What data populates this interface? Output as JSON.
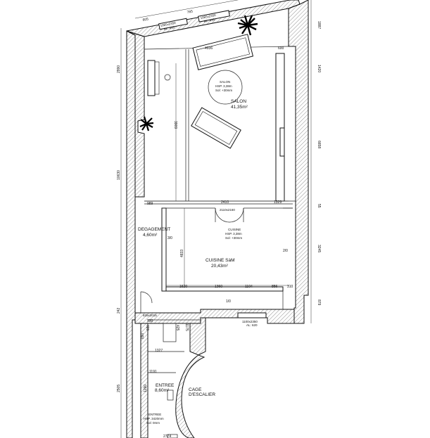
{
  "rooms": {
    "salon": {
      "name": "SALON",
      "area": "41,35m²"
    },
    "salon_tag": {
      "name": "SALON",
      "hsp": "HSP. 3,38m",
      "sol": "Sol: +30mm"
    },
    "degagement": {
      "name": "DEGAGEMENT",
      "area": "4,60m²"
    },
    "cuisine": {
      "name": "CUISINE SàM",
      "area": "20,43m²"
    },
    "cuisine_tag": {
      "name": "CUISINE",
      "hsp": "HSP. 3,38m",
      "sol": "Sol: +30mm"
    },
    "entree": {
      "name": "ENTREE",
      "area": "8,60m²"
    },
    "entree_tag": {
      "name": "ENTREE",
      "hsp": "HSP. 3420mm",
      "sol": "Sol: 0mm"
    },
    "cage": {
      "line1": "CAGE",
      "line2": "D'ESCALIER"
    }
  },
  "openings": {
    "window_top_1": {
      "size": "1065x2350",
      "al": "AL: 410"
    },
    "window_top_2": {
      "size": "1065x2350",
      "al": "AL: 410"
    },
    "window_bottom": {
      "size": "1100x2350",
      "al": "AL: 620"
    },
    "door_kitchen": "2110x2160",
    "door_entry": "825x2015"
  },
  "wall_marks": {
    "one": "1/0",
    "two": "2/0",
    "three": "3/0"
  },
  "dimensions": {
    "top_605": "605",
    "top_765": "765",
    "top_4936": "4936",
    "top_600": "600",
    "right_1887": "1887",
    "right_1420": "1420",
    "right_6658": "6658",
    "right_55": "55",
    "right_3245": "3245",
    "right_879": "879",
    "left_2990": "2990",
    "left_10630": "10630",
    "left_242": "242",
    "left_2505": "2505",
    "mid_3909": "3909",
    "mid_4833": "4833",
    "h_989": "989",
    "h_2410": "2410",
    "h_1329": "1329",
    "h_1620": "1620",
    "h_1360": "1360",
    "h_1104": "1104",
    "h_856": "856",
    "h_310": "310",
    "e_930": "930",
    "e_1327": "1327",
    "e_1191": "1191",
    "e_720": "720",
    "e_890": "890",
    "e_1290": "1290",
    "e_2774": "2774",
    "e_425": "425",
    "e_1175": "1175"
  }
}
